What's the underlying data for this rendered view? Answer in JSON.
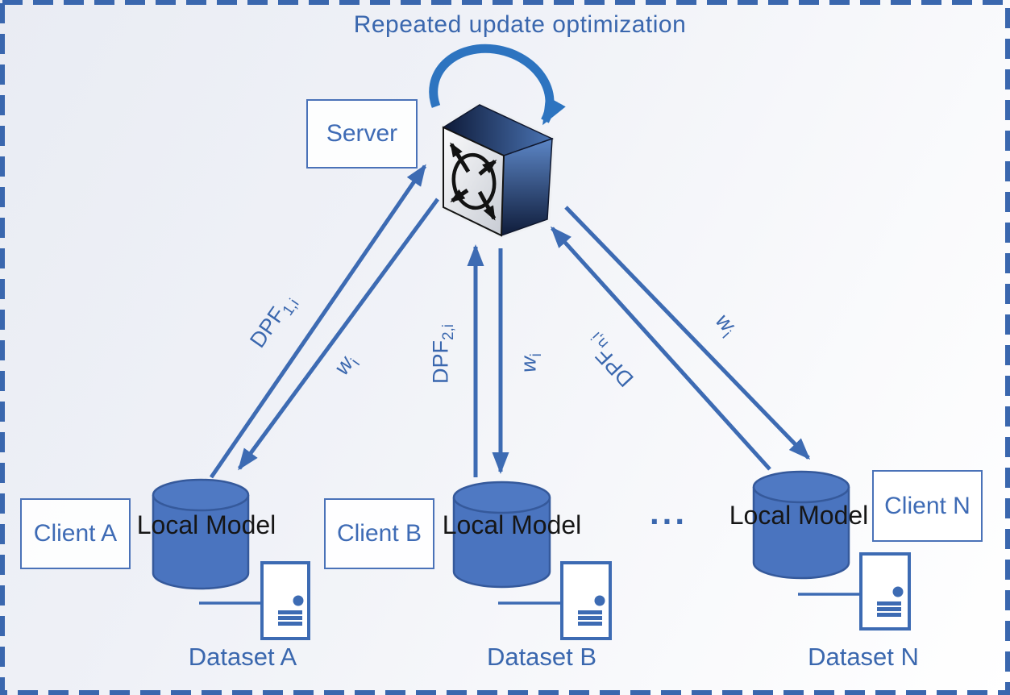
{
  "title": "Repeated update optimization",
  "server": {
    "label": "Server"
  },
  "ellipsis": "...",
  "clients": [
    {
      "box_label": "Client A",
      "model_label": "Local Model",
      "dataset_label": "Dataset A",
      "upload_base": "DPF",
      "upload_sub": "1,i",
      "download_base": "w",
      "download_sub": "i"
    },
    {
      "box_label": "Client B",
      "model_label": "Local Model",
      "dataset_label": "Dataset B",
      "upload_base": "DPF",
      "upload_sub": "2,i",
      "download_base": "w",
      "download_sub": "i"
    },
    {
      "box_label": "Client N",
      "model_label": "Local Model",
      "dataset_label": "Dataset N",
      "upload_base": "DPF",
      "upload_sub": "n,i",
      "download_base": "w",
      "download_sub": "i"
    }
  ],
  "colors": {
    "accent_blue": "#3a67ae",
    "loop_blue": "#2d74c0",
    "cylinder_fill": "#4a74bf",
    "cylinder_stroke": "#35599b",
    "model_text": "#161616",
    "border_dash": "#3a67ae"
  }
}
